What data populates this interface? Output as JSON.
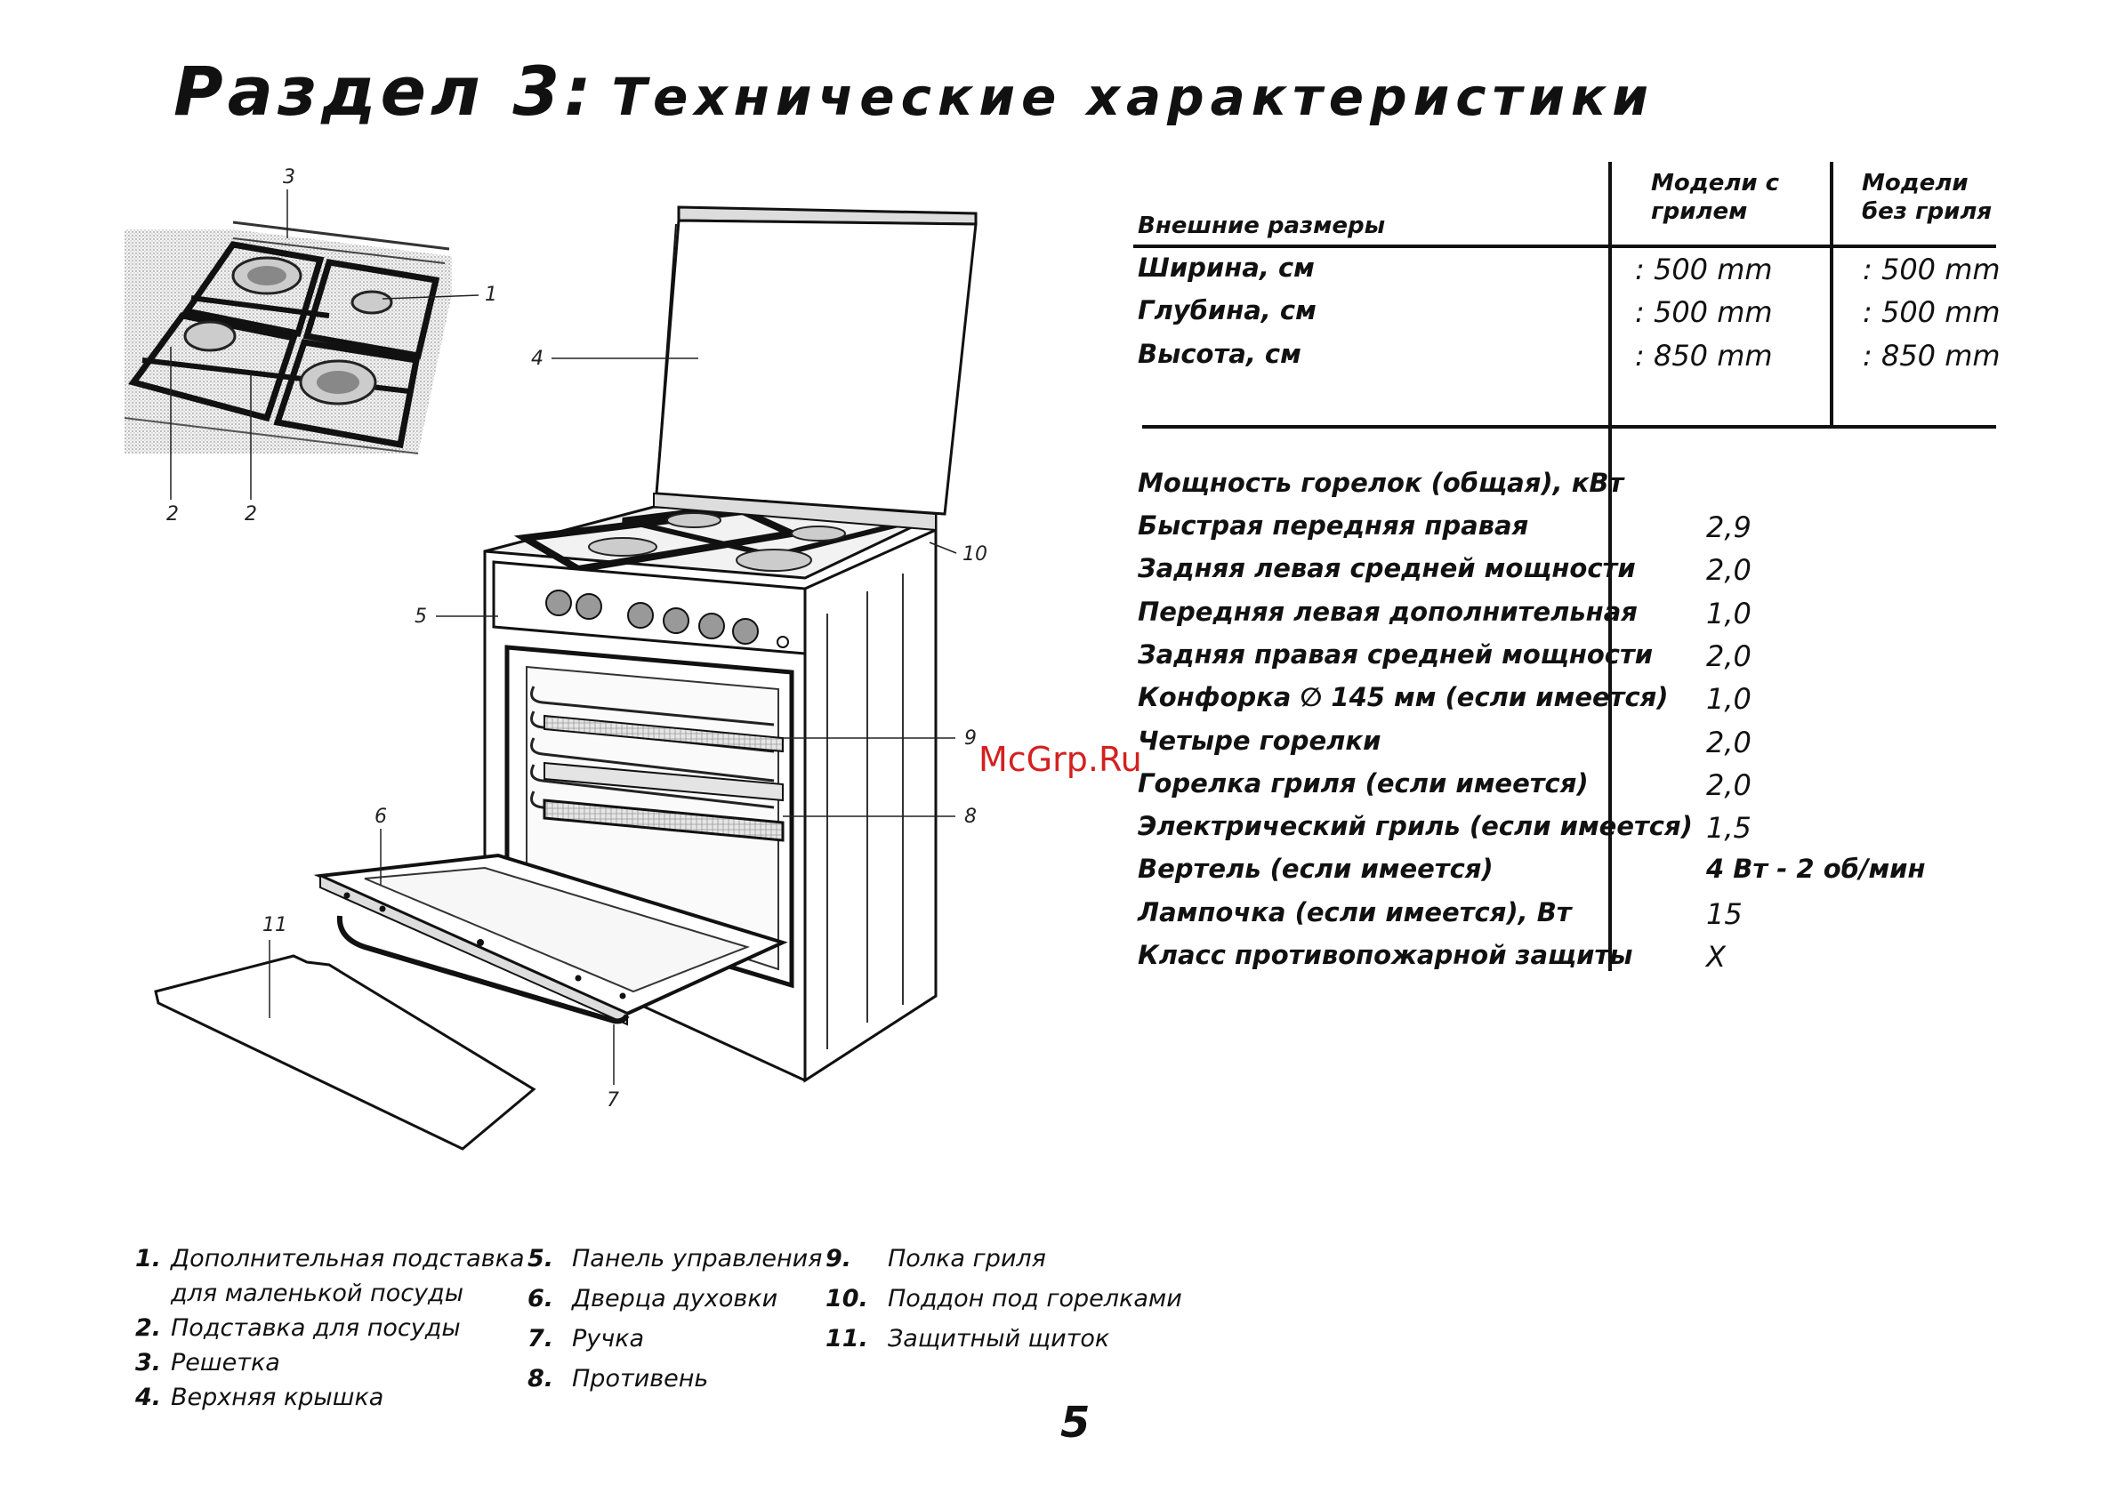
{
  "title": {
    "section": "Раздел 3:",
    "heading": "Технические характеристики"
  },
  "watermark": "McGrp.Ru",
  "dimensions": {
    "header": "Внешние размеры",
    "col1": "Модели с грилем",
    "col2": "Модели без гриля",
    "rows": [
      {
        "label": "Ширина, см",
        "v1": ": 500 mm",
        "v2": ": 500 mm"
      },
      {
        "label": "Глубина, см",
        "v1": ": 500 mm",
        "v2": ": 500 mm"
      },
      {
        "label": "Высота, см",
        "v1": ": 850 mm",
        "v2": ": 850 mm"
      }
    ]
  },
  "power": {
    "rows": [
      {
        "label": "Мощность горелок (общая), кВт",
        "value": ""
      },
      {
        "label": "Быстрая передняя правая",
        "value": "2,9"
      },
      {
        "label": "Задняя левая средней мощности",
        "value": "2,0"
      },
      {
        "label": "Передняя левая дополнительная",
        "value": "1,0"
      },
      {
        "label": "Задняя правая средней мощности",
        "value": "2,0"
      },
      {
        "label": "Конфорка ∅ 145 мм (если имеется)",
        "value": "1,0"
      },
      {
        "label": "Четыре горелки",
        "value": "2,0"
      },
      {
        "label": "Горелка гриля (если имеется)",
        "value": "2,0"
      },
      {
        "label": "Электрический гриль (если имеется)",
        "value": "1,5"
      },
      {
        "label": "Вертель (если имеется)",
        "value": "4 Вт - 2 об/мин"
      },
      {
        "label": "Лампочка (если имеется), Вт",
        "value": "15"
      },
      {
        "label": "Класс противопожарной защиты",
        "value": "X"
      }
    ]
  },
  "callouts": {
    "c1": "1",
    "c2a": "2",
    "c2b": "2",
    "c3": "3",
    "c4": "4",
    "c5": "5",
    "c6": "6",
    "c7": "7",
    "c8": "8",
    "c9": "9",
    "c10": "10",
    "c11": "11"
  },
  "legend": {
    "col1": [
      {
        "num": "1.",
        "text": "Дополнительная подставка"
      },
      {
        "num": "",
        "text": "для маленькой посуды"
      },
      {
        "num": "2.",
        "text": "Подставка для посуды"
      },
      {
        "num": "3.",
        "text": "Решетка"
      },
      {
        "num": "4.",
        "text": "Верхняя крышка"
      }
    ],
    "col2": [
      {
        "num": "5.",
        "text": "Панель управления"
      },
      {
        "num": "6.",
        "text": "Дверца духовки"
      },
      {
        "num": "7.",
        "text": "Ручка"
      },
      {
        "num": "8.",
        "text": "Противень"
      }
    ],
    "col3": [
      {
        "num": "9.",
        "text": "Полка гриля"
      },
      {
        "num": "10.",
        "text": "Поддон под горелками"
      },
      {
        "num": "11.",
        "text": "Защитный щиток"
      }
    ]
  },
  "page_number": "5"
}
